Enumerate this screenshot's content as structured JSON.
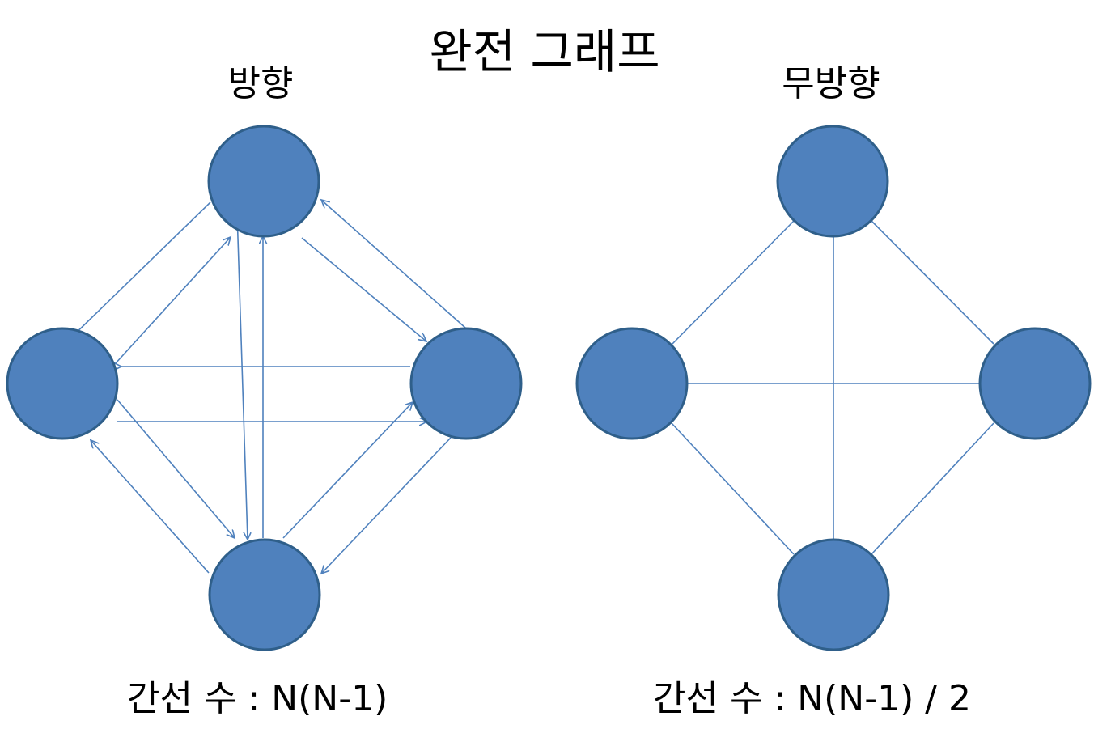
{
  "title": "완전 그래프",
  "directed": {
    "label": "방향",
    "formula": "간선 수 : N(N-1)"
  },
  "undirected": {
    "label": "무방향",
    "formula": "간선 수 : N(N-1) / 2"
  },
  "colors": {
    "node_fill": "#4f81bd",
    "node_stroke": "#2f5f8a",
    "edge": "#4f81bd"
  }
}
